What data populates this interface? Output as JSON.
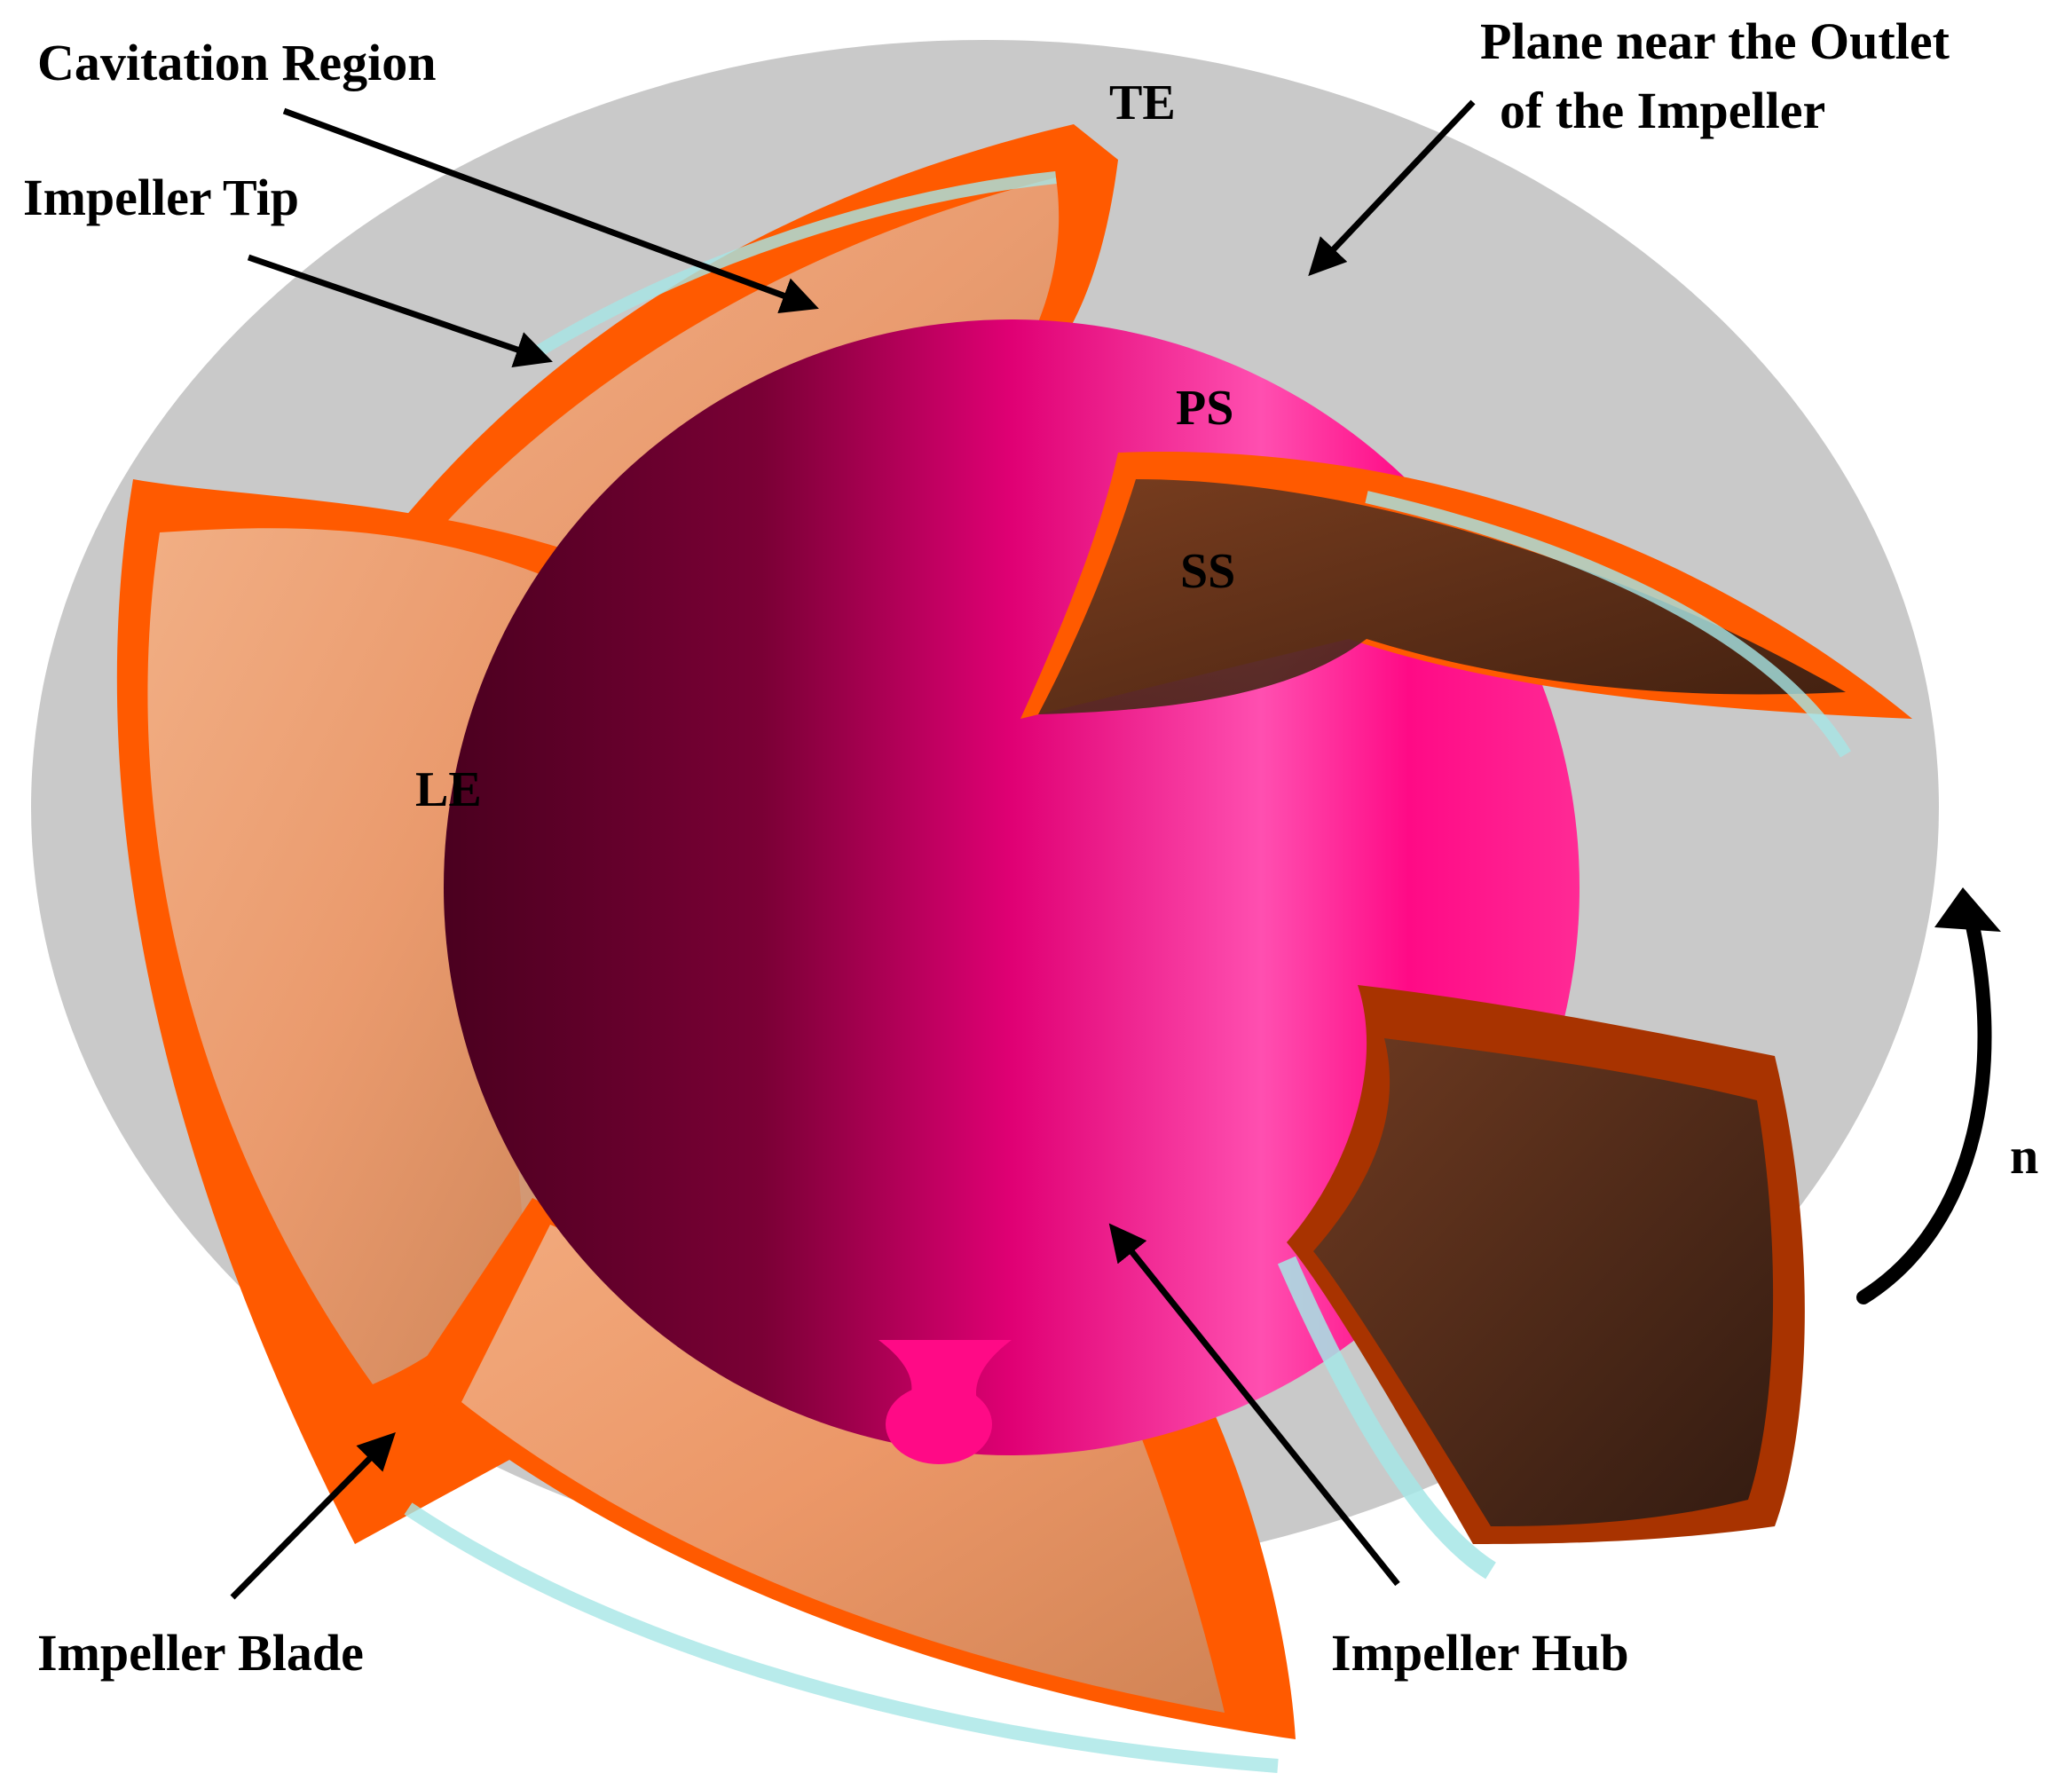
{
  "labels": {
    "cavitation_region": "Cavitation Region",
    "impeller_tip": "Impeller Tip",
    "te": "TE",
    "plane_line1": "Plane near the Outlet",
    "plane_line2": "of the Impeller",
    "ps": "PS",
    "ss": "SS",
    "le": "LE",
    "rotation": "n",
    "impeller_blade": "Impeller Blade",
    "impeller_hub": "Impeller Hub"
  },
  "colors": {
    "background": "#ffffff",
    "outlet_plane": "#c9c9c9",
    "hub": "#ff0a86",
    "hub_shadow": "#5a0026",
    "blade_orange": "#ff5a00",
    "blade_dark": "#a83300",
    "cavitation_tan": "#e8a27a",
    "cavitation_cyan": "#a6e6e6",
    "shadow_brown": "#3d2418",
    "label_text": "#000000"
  }
}
